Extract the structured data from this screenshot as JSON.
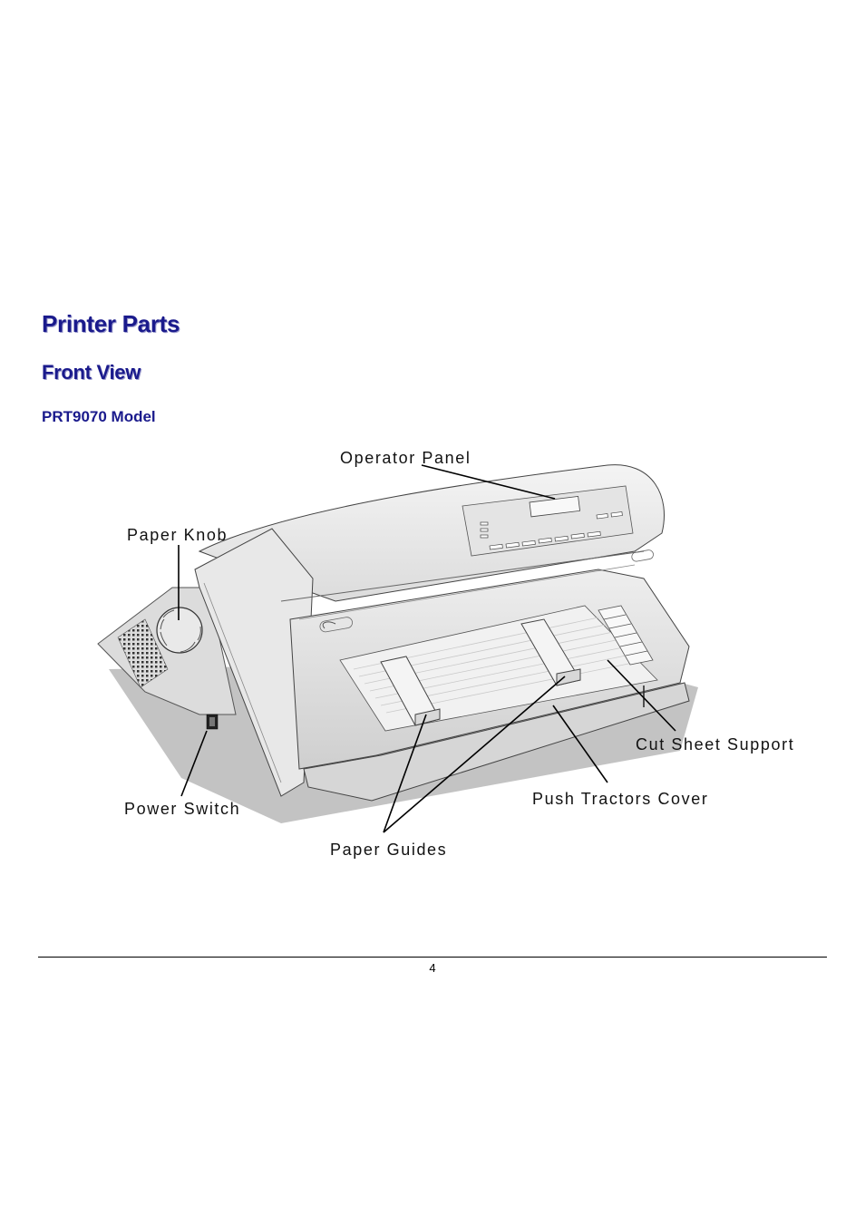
{
  "document": {
    "title": "Printer Parts",
    "section": "Front View",
    "subsection": "PRT9070 Model"
  },
  "figure": {
    "labels": {
      "operator_panel": "Operator Panel",
      "paper_knob": "Paper Knob",
      "power_switch": "Power Switch",
      "cut_sheet_support": "Cut Sheet Support",
      "push_tractors_cover": "Push Tractors Cover",
      "paper_guides": "Paper Guides"
    }
  },
  "footer": {
    "page_number": "4"
  },
  "colors": {
    "heading": "#1a1a8c"
  }
}
